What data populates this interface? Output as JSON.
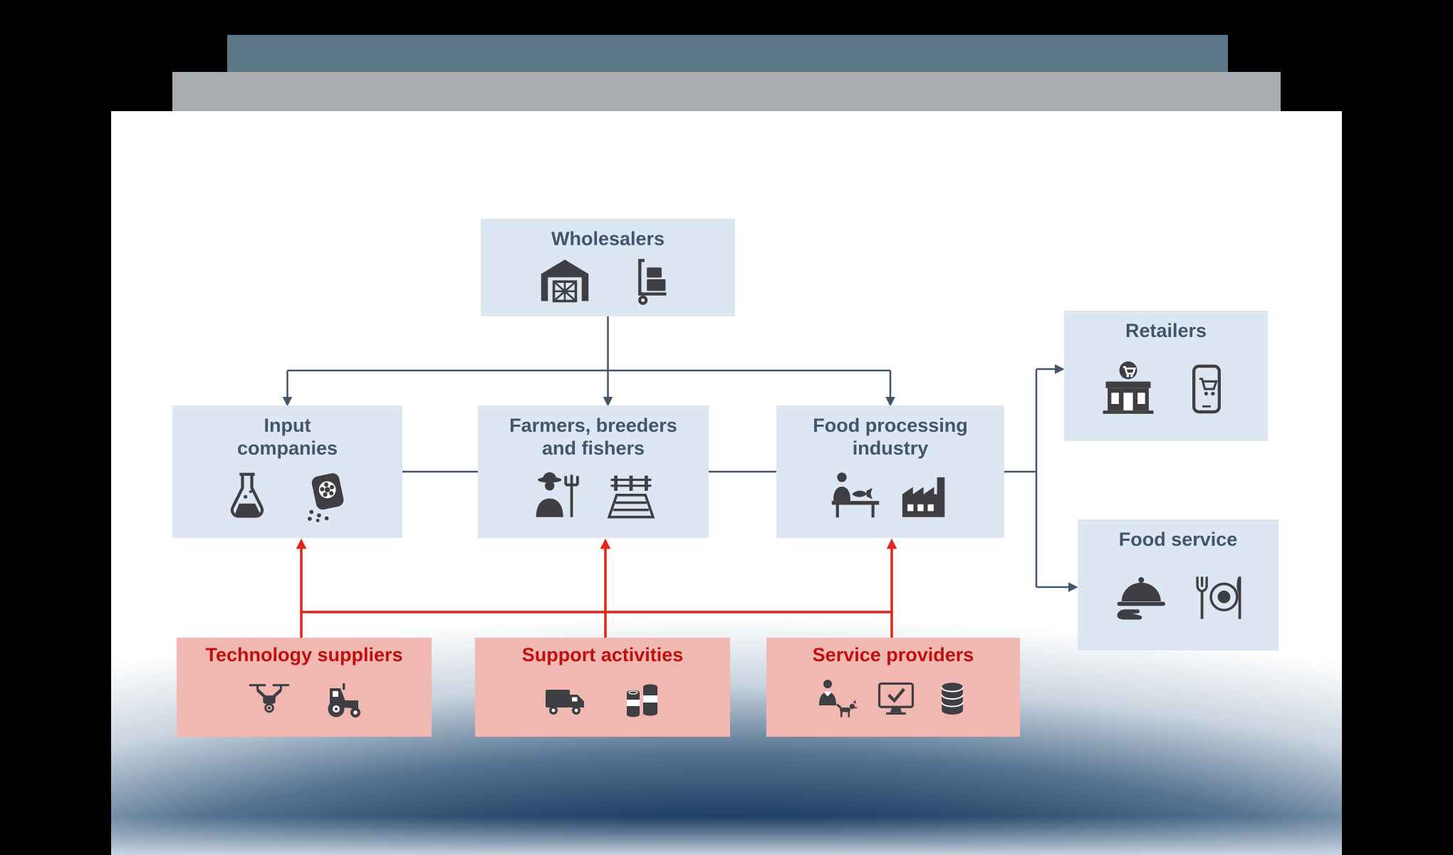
{
  "nodes": {
    "wholesalers": {
      "label": "Wholesalers"
    },
    "input_companies": {
      "label": "Input companies"
    },
    "farmers": {
      "label": "Farmers, breeders and fishers"
    },
    "food_processing": {
      "label": "Food processing industry"
    },
    "retailers": {
      "label": "Retailers"
    },
    "food_service": {
      "label": "Food service"
    },
    "technology_suppliers": {
      "label": "Technology suppliers"
    },
    "support_activities": {
      "label": "Support activities"
    },
    "service_providers": {
      "label": "Service providers"
    }
  },
  "node_icons": {
    "wholesalers": [
      "warehouse-icon",
      "hand-truck-icon"
    ],
    "input_companies": [
      "chemical-flask-icon",
      "seed-bag-icon"
    ],
    "farmers": [
      "farmer-icon",
      "crop-field-icon"
    ],
    "food_processing": [
      "fish-processing-icon",
      "factory-icon"
    ],
    "retailers": [
      "storefront-icon",
      "mobile-shopping-icon"
    ],
    "food_service": [
      "serving-cloche-icon",
      "cutlery-plate-icon"
    ],
    "technology_suppliers": [
      "drone-icon",
      "tractor-icon"
    ],
    "support_activities": [
      "delivery-truck-icon",
      "canned-goods-icon"
    ],
    "service_providers": [
      "veterinarian-icon",
      "monitor-check-icon",
      "database-icon"
    ]
  },
  "edges": {
    "blue": [
      {
        "from": "wholesalers",
        "to": "input_companies",
        "arrow": true
      },
      {
        "from": "wholesalers",
        "to": "farmers",
        "arrow": true
      },
      {
        "from": "wholesalers",
        "to": "food_processing",
        "arrow": true
      },
      {
        "from": "input_companies",
        "to": "farmers",
        "arrow": false
      },
      {
        "from": "farmers",
        "to": "food_processing",
        "arrow": false
      },
      {
        "from": "food_processing",
        "to": "retailers",
        "arrow": true
      },
      {
        "from": "food_processing",
        "to": "food_service",
        "arrow": true
      }
    ],
    "red": [
      {
        "from": "technology_suppliers",
        "to": "input_companies",
        "arrow": true
      },
      {
        "from": "support_activities",
        "to": "farmers",
        "arrow": true
      },
      {
        "from": "service_providers",
        "to": "food_processing",
        "arrow": true
      }
    ]
  },
  "colors": {
    "frame-bg": "#000000",
    "page-bg": "#ffffff",
    "bar-slate": "#5c7689",
    "bar-gray": "#a9adb2",
    "node-blue-bg": "#dde7f3",
    "node-red-bg": "#f1b8b1",
    "title-blue": "#44546a",
    "title-red": "#bf0f0f",
    "icon-dark": "#3f3f43",
    "connector-blue": "#44546a",
    "connector-red": "#e0261a",
    "glow-navy": "#0d2a47"
  }
}
